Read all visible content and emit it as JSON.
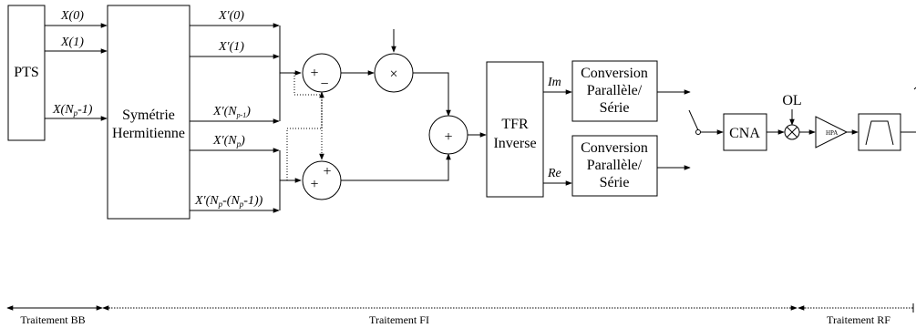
{
  "blocks": {
    "pts": "PTS",
    "hermitian": [
      "Symétrie",
      "Hermitienne"
    ],
    "ifft": [
      "TFR",
      "Inverse"
    ],
    "conversion": [
      "Conversion",
      "Parallèle/",
      "Série"
    ],
    "cna": "CNA",
    "ol": "OL",
    "hpa": "HPA"
  },
  "inputs": {
    "x0": "X(0)",
    "x1": "X(1)",
    "x_np_base": "X(N",
    "x_np_sub": "p",
    "x_np_tail": "-1)"
  },
  "outputs": {
    "xp0": "X′(0)",
    "xp1": "X′(1)",
    "xpnp1_base": "X′(N",
    "xpnp1_sub": "p-1",
    "xpnp1_tail": ")",
    "xpnp_base": "X′(N",
    "xpnp_sub": "p",
    "xpnp_tail": ")",
    "xplast_a": "X′(N",
    "xplast_sub1": "p",
    "xplast_b": "-(N",
    "xplast_sub2": "p",
    "xplast_c": "-1))"
  },
  "signals": {
    "im": "Im",
    "re": "Re"
  },
  "operators": {
    "plus": "+",
    "minus": "−",
    "times": "×"
  },
  "stages": {
    "bb": "Traitement BB",
    "fi": "Traitement FI",
    "rf": "Traitement RF"
  }
}
